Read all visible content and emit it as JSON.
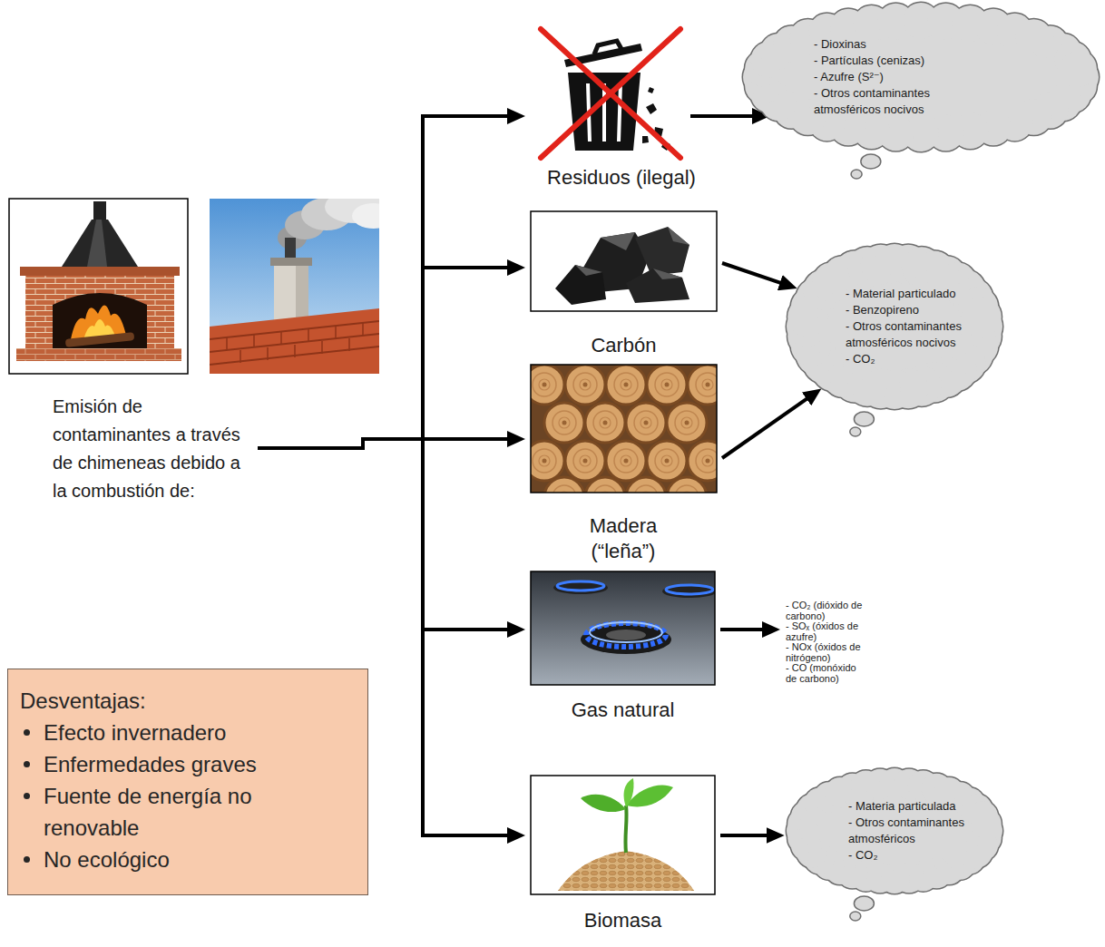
{
  "diagram": {
    "nodes": [
      {
        "text": [
          "Emisión de contaminantes a través de chimeneas debido a la combustión de:"
        ]
      },
      {
        "text": [
          "Residuos (ilegal)"
        ]
      },
      {
        "text": [
          "- Dioxinas",
          "- Partículas (cenizas)",
          "- Azufre (S²⁻)",
          "- Otros contaminantes atmosféricos nocivos"
        ]
      },
      {
        "text": [
          "Carbón"
        ]
      },
      {
        "text": [
          "- Material particulado",
          "- Benzopireno",
          "- Otros contaminantes atmosféricos nocivos",
          "- CO₂"
        ]
      },
      {
        "text": [
          "Madera (“leña”)"
        ]
      },
      {
        "text": [
          "Gas natural"
        ]
      },
      {
        "text": [
          "- CO₂ (dióxido de carbono)",
          "- SOₓ (óxidos de azufre)",
          "- NOx (óxidos de nitrógeno)",
          "- CO (monóxido de carbono)"
        ]
      },
      {
        "text": [
          "Biomasa"
        ]
      },
      {
        "text": [
          "- Materia particulada",
          "- Otros contaminantes atmosféricos",
          "- CO₂"
        ]
      },
      {
        "text": [
          "Desventajas:",
          "Efecto invernadero",
          "Enfermedades graves",
          "Fuente de energía no renovable",
          "No ecológico"
        ]
      }
    ],
    "edges": [
      {
        "from": 0,
        "to": 1,
        "arrow": "to"
      },
      {
        "from": 0,
        "to": 3,
        "arrow": "to"
      },
      {
        "from": 0,
        "to": 5,
        "arrow": "to"
      },
      {
        "from": 0,
        "to": 6,
        "arrow": "to"
      },
      {
        "from": 0,
        "to": 8,
        "arrow": "to"
      },
      {
        "from": 1,
        "to": 2,
        "arrow": "to"
      },
      {
        "from": 3,
        "to": 4,
        "arrow": "to"
      },
      {
        "from": 5,
        "to": 4,
        "arrow": "to"
      },
      {
        "from": 6,
        "to": 7,
        "arrow": "to"
      },
      {
        "from": 8,
        "to": 9,
        "arrow": "to"
      }
    ]
  }
}
